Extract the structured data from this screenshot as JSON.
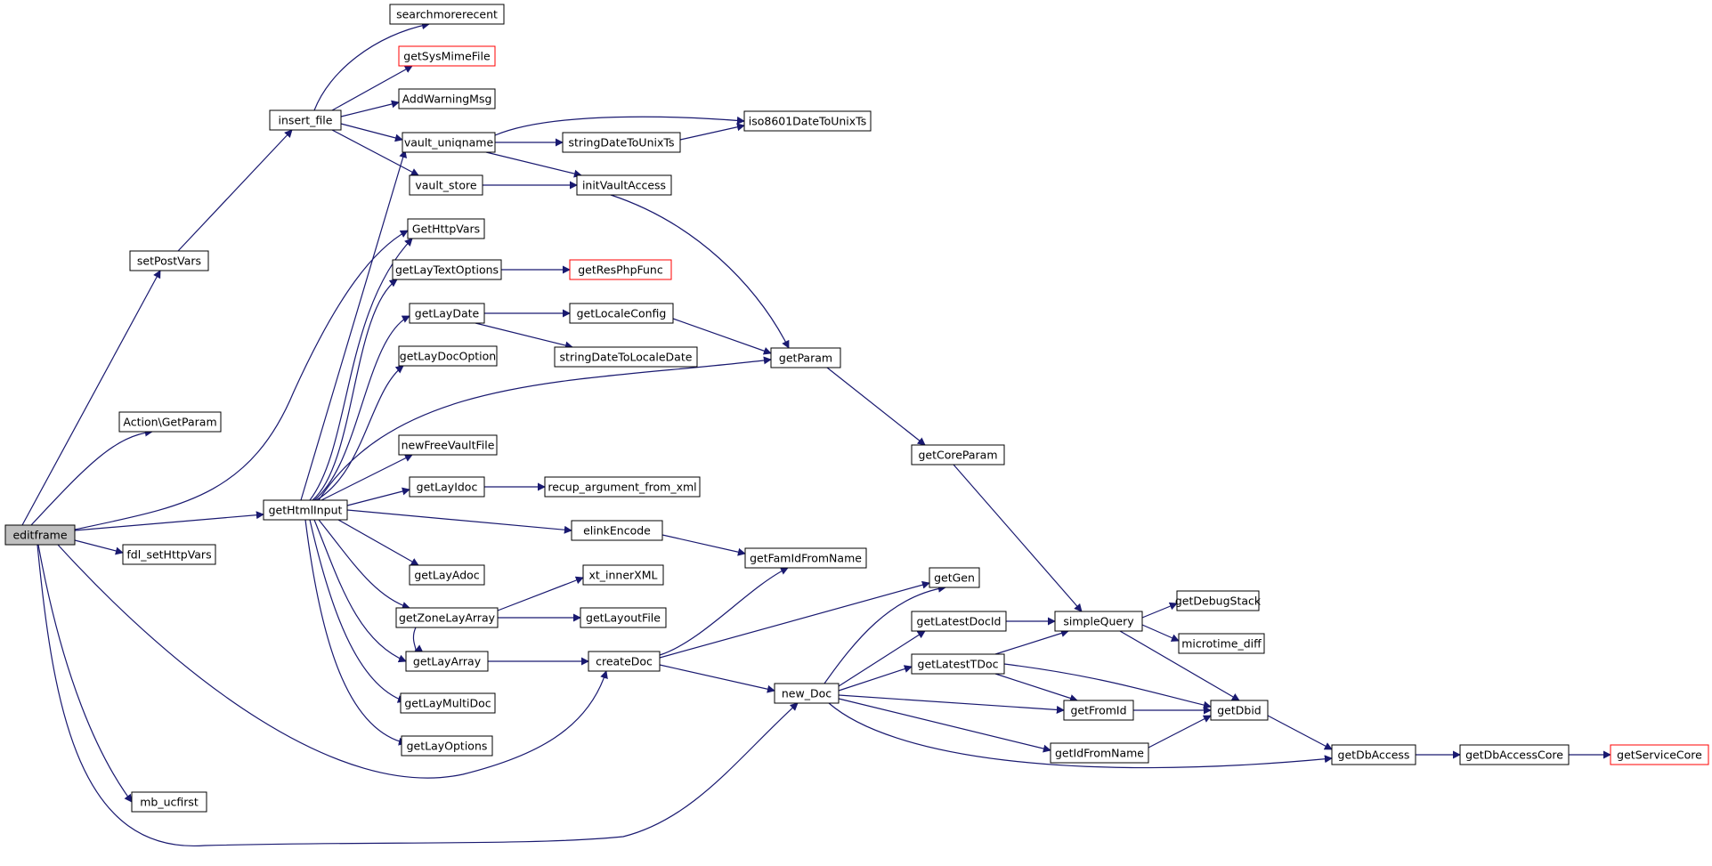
{
  "graph": {
    "colors": {
      "edge": "#191970",
      "node_border": "#000000",
      "truncated_border": "#ff0000",
      "root_fill": "#bfbfbf"
    },
    "nodes": {
      "editframe": "editframe",
      "setPostVars": "setPostVars",
      "actionGetParam": "Action\\GetParam",
      "getHtmlInput": "getHtmlInput",
      "fdlSetHttpVars": "fdl_setHttpVars",
      "mbUcfirst": "mb_ucfirst",
      "insertFile": "insert_file",
      "searchmorerecent": "searchmorerecent",
      "getSysMimeFile": "getSysMimeFile",
      "addWarningMsg": "AddWarningMsg",
      "vaultUniqname": "vault_uniqname",
      "vaultStore": "vault_store",
      "getHttpVars": "GetHttpVars",
      "getLayTextOptions": "getLayTextOptions",
      "getLayDate": "getLayDate",
      "getLayDocOption": "getLayDocOption",
      "newFreeVaultFile": "newFreeVaultFile",
      "getLayIdoc": "getLayIdoc",
      "getLayAdoc": "getLayAdoc",
      "getZoneLayArray": "getZoneLayArray",
      "getLayArray": "getLayArray",
      "getLayMultiDoc": "getLayMultiDoc",
      "getLayOptions": "getLayOptions",
      "stringDateToUnixTs": "stringDateToUnixTs",
      "initVaultAccess": "initVaultAccess",
      "iso8601DateToUnixTs": "iso8601DateToUnixTs",
      "getResPhpFunc": "getResPhpFunc",
      "getLocaleConfig": "getLocaleConfig",
      "stringDateToLocaleDate": "stringDateToLocaleDate",
      "recupArgumentFromXml": "recup_argument_from_xml",
      "elinkEncode": "elinkEncode",
      "xtInnerXml": "xt_innerXML",
      "getLayoutFile": "getLayoutFile",
      "createDoc": "createDoc",
      "getParam": "getParam",
      "getCoreParam": "getCoreParam",
      "getFamIdFromName": "getFamIdFromName",
      "newDoc": "new_Doc",
      "getGen": "getGen",
      "getLatestDocId": "getLatestDocId",
      "getLatestTDoc": "getLatestTDoc",
      "getFromId": "getFromId",
      "getIdFromName": "getIdFromName",
      "simpleQuery": "simpleQuery",
      "getDbid": "getDbid",
      "getDebugStack": "getDebugStack",
      "microtimeDiff": "microtime_diff",
      "getDbAccess": "getDbAccess",
      "getDbAccessCore": "getDbAccessCore",
      "getServiceCore": "getServiceCore"
    }
  }
}
